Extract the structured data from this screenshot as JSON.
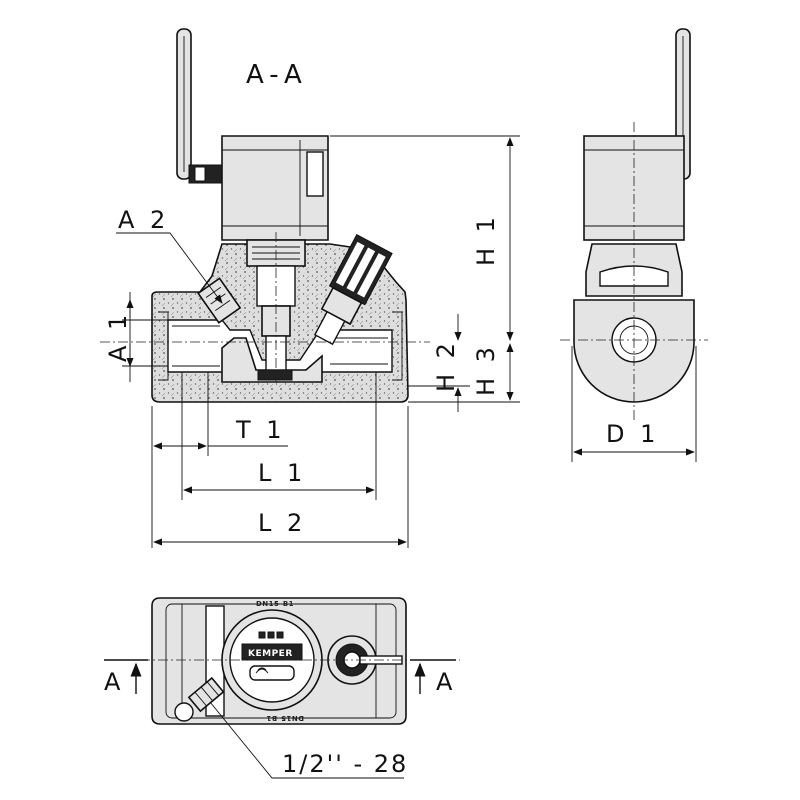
{
  "section_title": "A-A",
  "dimensions": {
    "a2": "A 2",
    "a1": "A 1",
    "h1": "H 1",
    "h2": "H 2",
    "h3": "H 3",
    "t1": "T 1",
    "l1": "L 1",
    "l2": "L 2",
    "d1": "D 1"
  },
  "section_marks": {
    "left": "A",
    "right": "A"
  },
  "thread_callout": "1/2'' - 28",
  "body_marking": "DN15-B1",
  "brand_marking": "KEMPER"
}
